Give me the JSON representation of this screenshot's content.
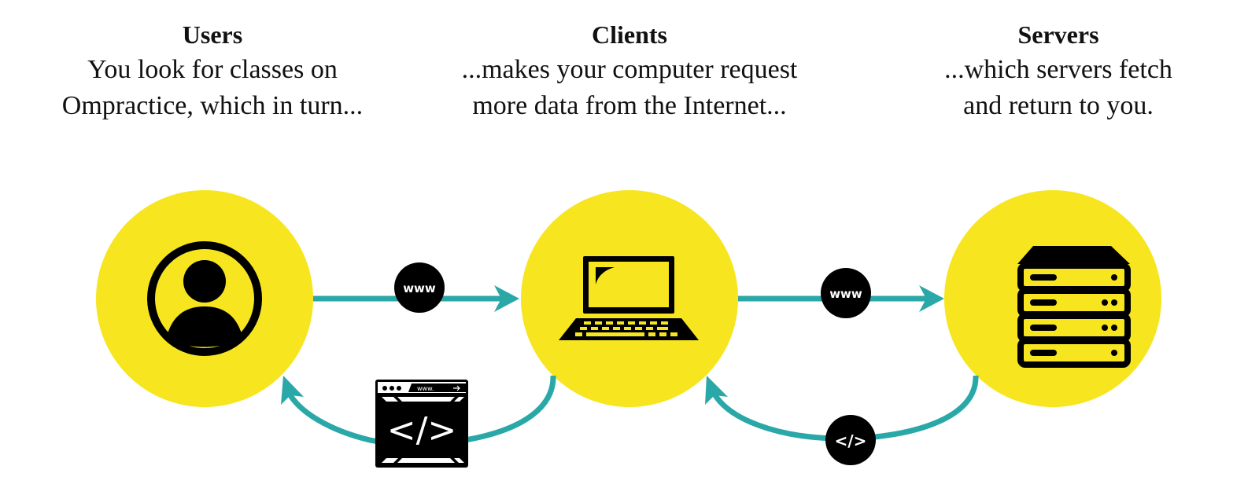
{
  "columns": [
    {
      "title": "Users",
      "lines": [
        "You look for classes on",
        "Ompractice, which in turn..."
      ]
    },
    {
      "title": "Clients",
      "lines": [
        "...makes your computer request",
        "more data from the Internet..."
      ]
    },
    {
      "title": "Servers",
      "lines": [
        "...which servers fetch",
        "and return to you."
      ]
    }
  ],
  "badges": {
    "www": "www",
    "code": "</>",
    "browser_url": "www."
  },
  "colors": {
    "yellow": "#F7E51F",
    "teal": "#2AA8A8",
    "black": "#000000"
  }
}
